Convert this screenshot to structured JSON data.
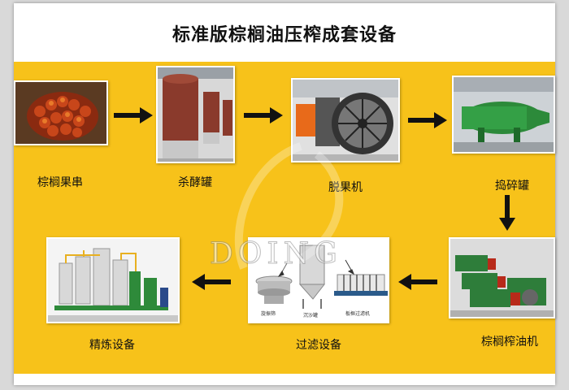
{
  "title": "标准版棕榈油压榨成套设备",
  "steps": [
    {
      "label": "棕榈果串",
      "icon": "palm-fruit-bunch-photo"
    },
    {
      "label": "杀酵罐",
      "icon": "sterilizer-tank-photo"
    },
    {
      "label": "脱果机",
      "icon": "thresher-machine-photo"
    },
    {
      "label": "捣碎罐",
      "icon": "digester-tank-photo"
    },
    {
      "label": "棕榈榨油机",
      "icon": "palm-oil-press-photo"
    },
    {
      "label": "过滤设备",
      "icon": "filter-equipment-photo"
    },
    {
      "label": "精炼设备",
      "icon": "refining-equipment-photo"
    }
  ],
  "filter_parts": [
    "旋振筛",
    "沉沙罐",
    "板框过滤机"
  ],
  "watermark": "DOING",
  "colors": {
    "background": "#f7c21a",
    "arrow": "#111111",
    "frame": "#ffffff"
  }
}
